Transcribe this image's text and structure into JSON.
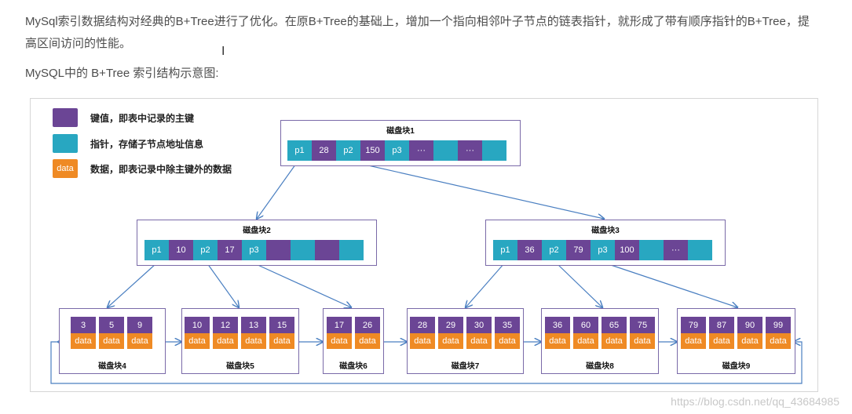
{
  "intro": {
    "paragraph": "MySql索引数据结构对经典的B+Tree进行了优化。在原B+Tree的基础上，增加一个指向相邻叶子节点的链表指针，就形成了带有顺序指针的B+Tree，提高区间访问的性能。",
    "caption": "MySQL中的 B+Tree 索引结构示意图:"
  },
  "legend": [
    {
      "swatch": "",
      "text": "键值，即表中记录的主键",
      "color": "#6b4595"
    },
    {
      "swatch": "",
      "text": "指针，存储子节点地址信息",
      "color": "#28a7c1"
    },
    {
      "swatch": "data",
      "text": "数据，即表记录中除主键外的数据",
      "color": "#ef8a24"
    }
  ],
  "diagram": {
    "root": {
      "title": "磁盘块1",
      "cells": [
        "p1",
        "28",
        "p2",
        "150",
        "p3",
        "···",
        "",
        "···",
        ""
      ]
    },
    "internal": [
      {
        "title": "磁盘块2",
        "cells": [
          "p1",
          "10",
          "p2",
          "17",
          "p3",
          "",
          "",
          "",
          ""
        ]
      },
      {
        "title": "磁盘块3",
        "cells": [
          "p1",
          "36",
          "p2",
          "79",
          "p3",
          "100",
          "",
          "···",
          ""
        ]
      }
    ],
    "leaves": [
      {
        "title": "磁盘块4",
        "keys": [
          "3",
          "5",
          "9"
        ]
      },
      {
        "title": "磁盘块5",
        "keys": [
          "10",
          "12",
          "13",
          "15"
        ]
      },
      {
        "title": "磁盘块6",
        "keys": [
          "17",
          "26"
        ]
      },
      {
        "title": "磁盘块7",
        "keys": [
          "28",
          "29",
          "30",
          "35"
        ]
      },
      {
        "title": "磁盘块8",
        "keys": [
          "36",
          "60",
          "65",
          "75"
        ]
      },
      {
        "title": "磁盘块9",
        "keys": [
          "79",
          "87",
          "90",
          "99"
        ]
      }
    ],
    "data_label": "data"
  },
  "watermark": "https://blog.csdn.net/qq_43684985",
  "colors": {
    "key": "#6b4595",
    "pointer": "#28a7c1",
    "data": "#ef8a24",
    "arrow": "#4a7fc1"
  }
}
